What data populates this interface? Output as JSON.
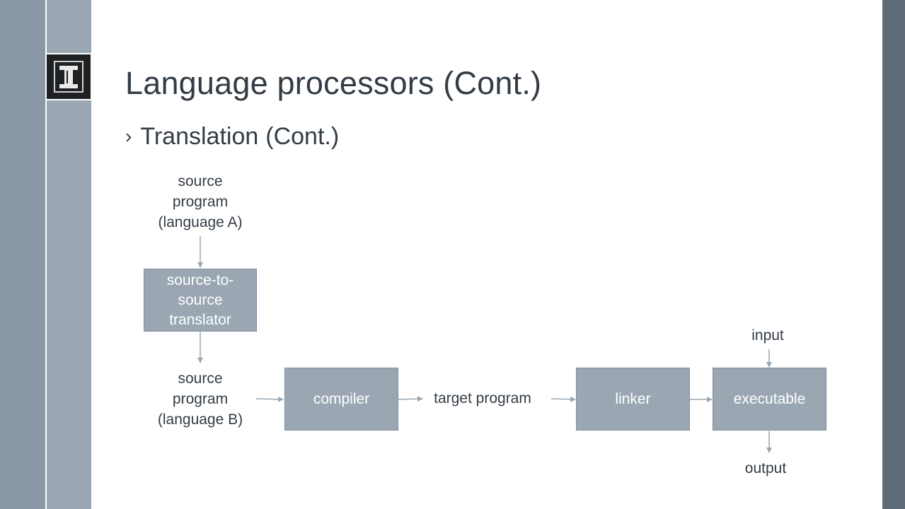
{
  "slide": {
    "title": "Language processors (Cont.)",
    "bullet_marker": "›",
    "bullet_word1": "Translation",
    "bullet_word2": "(Cont.)"
  },
  "diagram": {
    "source_a": [
      "source",
      "program",
      "(language A)"
    ],
    "translator": [
      "source-to-",
      "source",
      "translator"
    ],
    "source_b": [
      "source",
      "program",
      "(language B)"
    ],
    "compiler": "compiler",
    "target_program": "target program",
    "linker": "linker",
    "executable": "executable",
    "input": "input",
    "output": "output"
  },
  "colors": {
    "box_fill": "#9aa7b3",
    "arrow": "#9aa7b3",
    "text": "#333c45"
  }
}
